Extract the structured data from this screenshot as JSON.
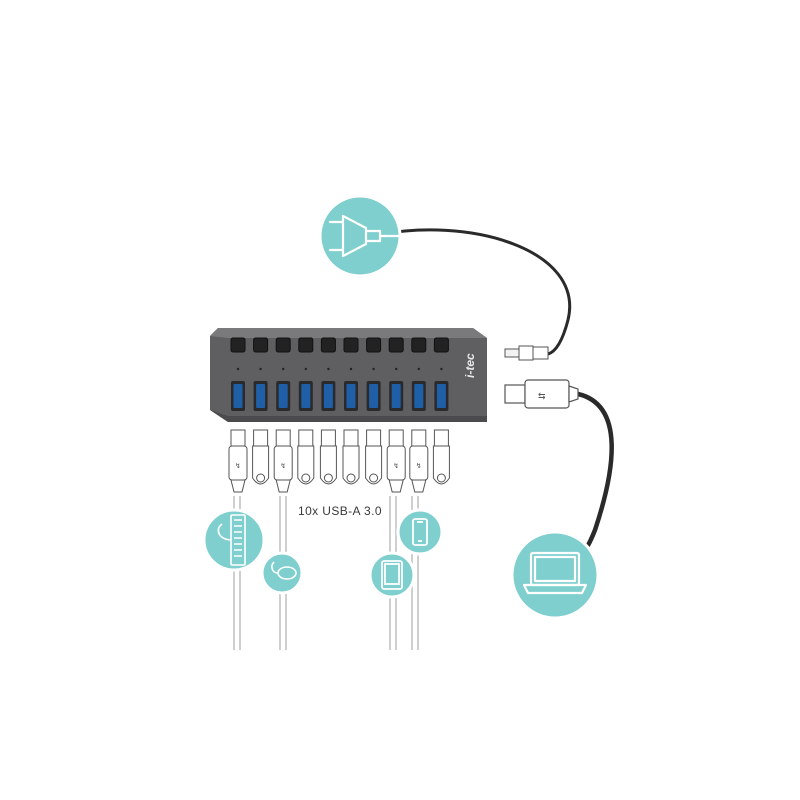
{
  "hub": {
    "brand": "i-tec",
    "port_count": 10,
    "caption": "10x USB-A 3.0"
  },
  "colors": {
    "hub_body": "#5f5f61",
    "hub_top": "#7a7a7c",
    "usb_blue": "#1f5fa8",
    "circle_fill": "#7fcfcf",
    "circle_stroke": "#ffffff",
    "cable": "#2a2a2a"
  },
  "devices": {
    "power": "power-plug-icon",
    "laptop": "laptop-icon",
    "keyboard": "keyboard-icon",
    "mouse": "mouse-icon",
    "tablet": "tablet-icon",
    "phone": "smartphone-icon"
  }
}
